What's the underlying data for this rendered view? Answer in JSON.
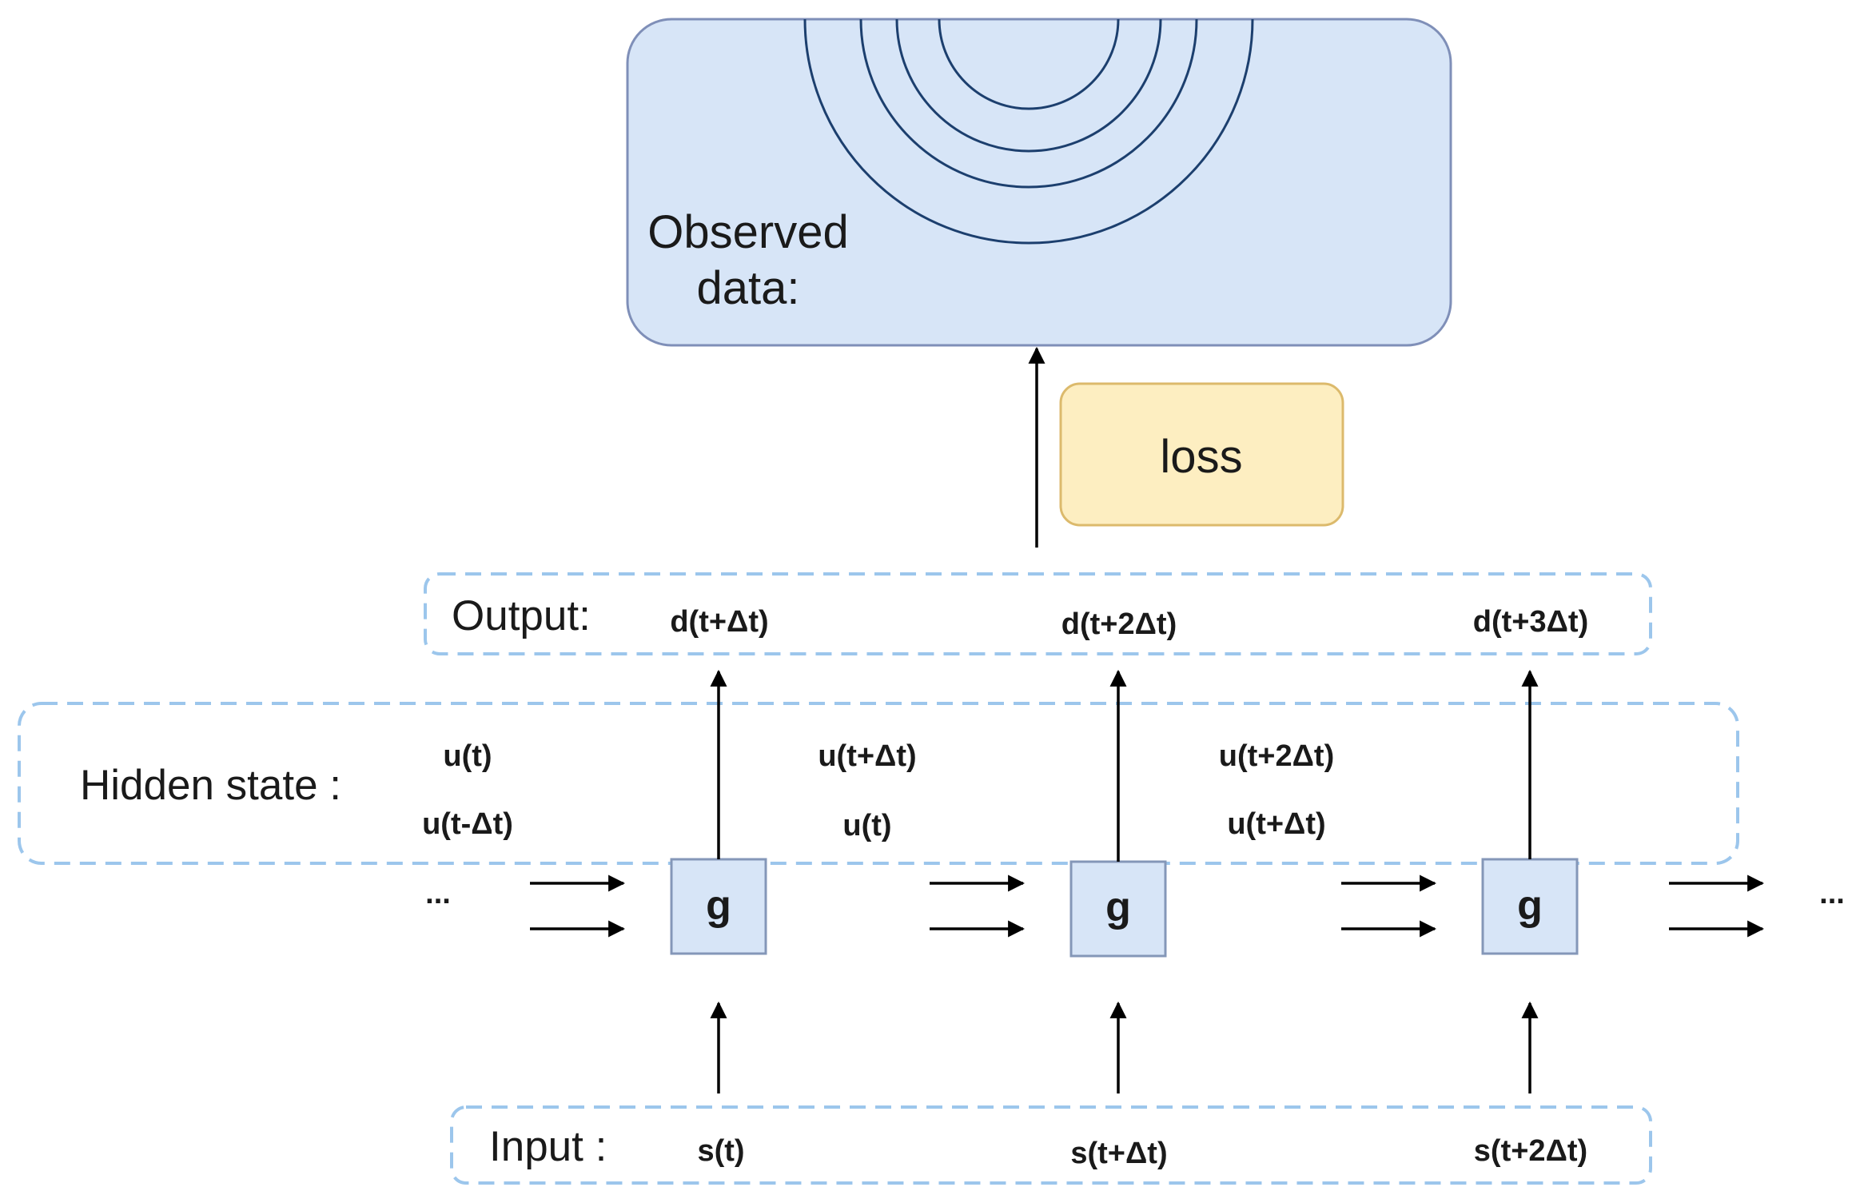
{
  "observed": {
    "label_line1": "Observed",
    "label_line2": "data:"
  },
  "loss": {
    "label": "loss"
  },
  "output": {
    "label": "Output:",
    "items": [
      "d(t+Δt)",
      "d(t+2Δt)",
      "d(t+3Δt)"
    ]
  },
  "hidden": {
    "label": "Hidden state :",
    "upper": [
      "u(t)",
      "u(t+Δt)",
      "u(t+2Δt)"
    ],
    "lower": [
      "u(t-Δt)",
      "u(t)",
      "u(t+Δt)"
    ]
  },
  "cells": [
    "g",
    "g",
    "g"
  ],
  "ellipsis": {
    "left": "...",
    "right": "..."
  },
  "input": {
    "label": "Input :",
    "items": [
      "s(t)",
      "s(t+Δt)",
      "s(t+2Δt)"
    ]
  },
  "colors": {
    "observed_fill": "#d7e5f7",
    "observed_stroke": "#7f8fb8",
    "loss_fill": "#fdeec1",
    "loss_stroke": "#dcba6c",
    "dashed_stroke": "#9cc6ec",
    "wave_stroke": "#1c3f6e"
  }
}
